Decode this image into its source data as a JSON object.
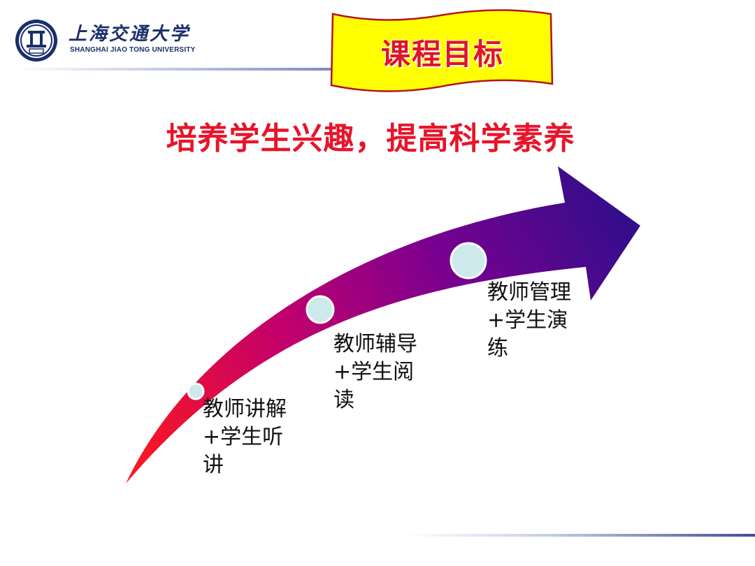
{
  "header": {
    "university_cn": "上海交通大学",
    "university_en": "SHANGHAI JIAO TONG UNIVERSITY",
    "emblem_icon": "university-emblem-icon"
  },
  "banner": {
    "title": "课程目标",
    "fill_color": "#ffff00",
    "border_color": "#c0181f",
    "text_color": "#e0142a"
  },
  "subtitle": "培养学生兴趣，提高科学素养",
  "arrow": {
    "gradient_start": "#ff1a1a",
    "gradient_mid": "#a0007a",
    "gradient_end": "#2a0f8a"
  },
  "steps": [
    {
      "line1": "教师讲解",
      "line2": "+学生听",
      "line3": "讲"
    },
    {
      "line1": "教师辅导",
      "line2": "+学生阅",
      "line3": "读"
    },
    {
      "line1": "教师管理",
      "line2": "+学生演",
      "line3": "练"
    }
  ],
  "accent_colors": {
    "rule": "#6f7fb8",
    "circle_fill": "#cde9ec",
    "circle_stroke": "#ffffff"
  }
}
